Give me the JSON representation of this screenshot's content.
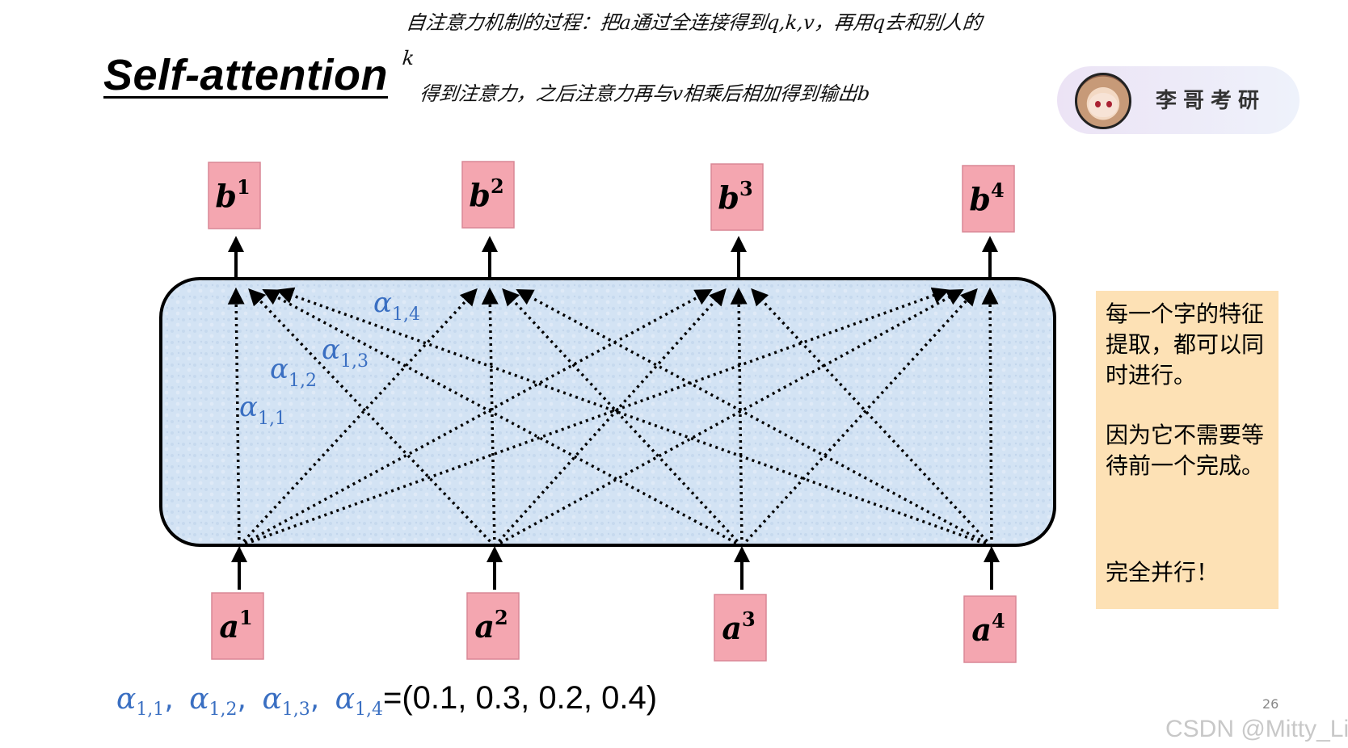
{
  "title": "Self-attention",
  "handwritten_note": {
    "line1": "自注意力机制的过程：把a通过全连接得到q,k,v，再用q去和别人的k",
    "line2": "得到注意力，之后注意力再与v相乘后相加得到输出b"
  },
  "badge": {
    "label": "李哥考研",
    "avatar_icon": "anime-girl-avatar-icon"
  },
  "side_note": {
    "p1": "每一个字的特征提取，都可以同时进行。",
    "p2": "因为它不需要等待前一个完成。",
    "p3": "完全并行！"
  },
  "diagram": {
    "outputs": [
      {
        "base": "b",
        "sup": "1"
      },
      {
        "base": "b",
        "sup": "2"
      },
      {
        "base": "b",
        "sup": "3"
      },
      {
        "base": "b",
        "sup": "4"
      }
    ],
    "inputs": [
      {
        "base": "a",
        "sup": "1"
      },
      {
        "base": "a",
        "sup": "2"
      },
      {
        "base": "a",
        "sup": "3"
      },
      {
        "base": "a",
        "sup": "4"
      }
    ],
    "weight_labels": [
      {
        "base": "α",
        "sub": "1,1"
      },
      {
        "base": "α",
        "sub": "1,2"
      },
      {
        "base": "α",
        "sub": "1,3"
      },
      {
        "base": "α",
        "sub": "1,4"
      }
    ],
    "colors": {
      "token_fill": "#f4a6b0",
      "token_border": "#d98795",
      "block_fill": "#d4e4f4",
      "block_border": "#000000",
      "weight_label": "#3a6fc2"
    }
  },
  "formula": {
    "alphas": [
      {
        "base": "α",
        "sub": "1,1"
      },
      {
        "base": "α",
        "sub": "1,2"
      },
      {
        "base": "α",
        "sub": "1,3"
      },
      {
        "base": "α",
        "sub": "1,4"
      }
    ],
    "separator": ",",
    "equals": "=",
    "values_text": "(0.1, 0.3, 0.2, 0.4)"
  },
  "page_number": "26",
  "watermark": "CSDN @Mitty_Li"
}
